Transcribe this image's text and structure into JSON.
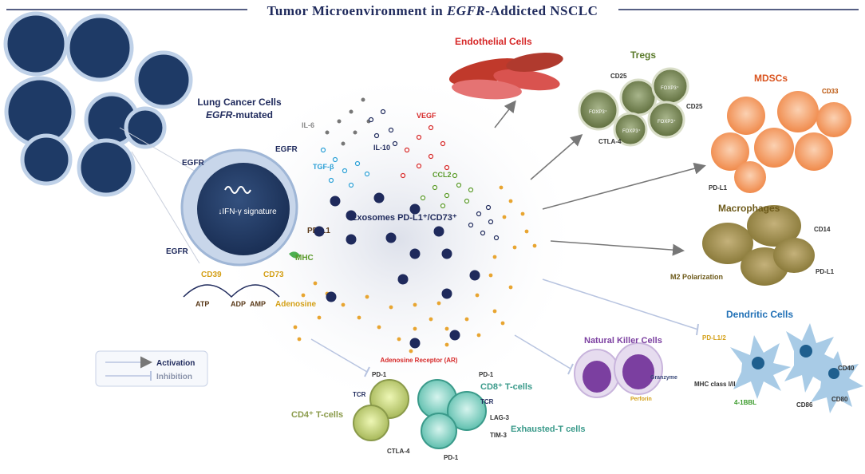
{
  "title": {
    "prefix": "Tumor Microenvironment in ",
    "gene": "EGFR",
    "suffix": "-Addicted NSCLC"
  },
  "lung_cancer": {
    "line1": "Lung Cancer Cells",
    "line2_gene": "EGFR",
    "line2_rest": "-mutated"
  },
  "tumor_cell": {
    "egfr": "EGFR",
    "ifn": "↓IFN-γ signature",
    "pdl1": "PD-L1",
    "mhc": "MHC",
    "cd39": "CD39",
    "cd73": "CD73",
    "atp": "ATP",
    "adp": "ADP",
    "amp": "AMP",
    "adenosine": "Adenosine"
  },
  "cytokines": {
    "il6": "IL-6",
    "tgfb": "TGF-β",
    "il10": "IL-10",
    "vegf": "VEGF",
    "ccl2": "CCL2",
    "exosomes": "Exosomes PD-L1⁺/CD73⁺"
  },
  "endothelial": {
    "label": "Endothelial Cells"
  },
  "tregs": {
    "label": "Tregs",
    "cd25": "CD25",
    "foxp3": "FOXP3⁺",
    "ctla4": "CTLA-4"
  },
  "mdscs": {
    "label": "MDSCs",
    "cd33": "CD33",
    "pdl1": "PD-L1"
  },
  "macrophages": {
    "label": "Macrophages",
    "cd14": "CD14",
    "m2": "M2 Polarization",
    "pdl1": "PD-L1"
  },
  "dendritic": {
    "label": "Dendritic Cells",
    "pdl12": "PD-L1/2",
    "mhc": "MHC class I/II",
    "bbl": "4-1BBL",
    "cd86": "CD86",
    "cd80": "CD80",
    "cd40": "CD40"
  },
  "nk": {
    "label": "Natural Killer Cells",
    "granzyme": "Granzyme",
    "perforin": "Perforin"
  },
  "tcells": {
    "adenosine_receptor": "Adenosine Receptor (AR)",
    "pd1": "PD-1",
    "tcr": "TCR",
    "cd4": "CD4⁺ T-cells",
    "cd8": "CD8⁺ T-cells",
    "ctla4": "CTLA-4",
    "lag3": "LAG-3",
    "tim3": "TIM-3",
    "exhausted": "Exhausted-T cells"
  },
  "legend": {
    "activation": "Activation",
    "inhibition": "Inhibition"
  },
  "colors": {
    "navy": "#1f2a5c",
    "tumor": "#1e3a66",
    "endothelial": "#c0392b",
    "treg": "#6b7d45",
    "mdsc": "#f08a4b",
    "macrophage": "#8a7a3a",
    "dendritic": "#7fb3d9",
    "nk": "#7b3fa0",
    "cd4": "#b8c96a",
    "cd8": "#7ecfc0"
  }
}
